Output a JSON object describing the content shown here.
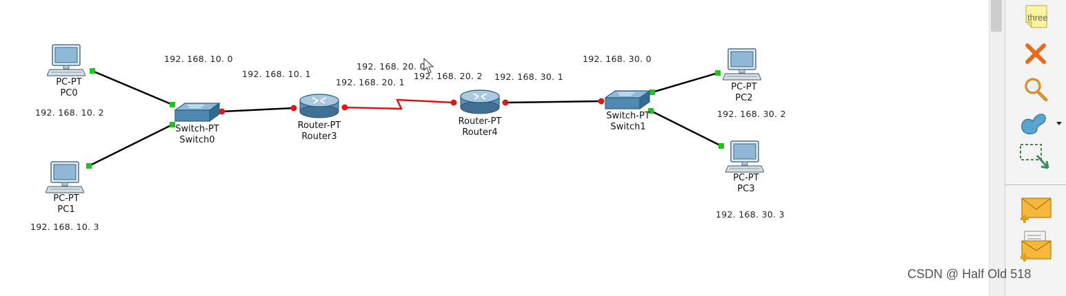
{
  "devices": {
    "pc0": {
      "type": "PC-PT",
      "name": "PC0",
      "ip": "192. 168. 10. 2"
    },
    "pc1": {
      "type": "PC-PT",
      "name": "PC1",
      "ip": "192. 168. 10. 3"
    },
    "pc2": {
      "type": "PC-PT",
      "name": "PC2",
      "ip": "192. 168. 30. 2"
    },
    "pc3": {
      "type": "PC-PT",
      "name": "PC3",
      "ip": "192. 168. 30. 3"
    },
    "switch0": {
      "type": "Switch-PT",
      "name": "Switch0"
    },
    "switch1": {
      "type": "Switch-PT",
      "name": "Switch1"
    },
    "router3": {
      "type": "Router-PT",
      "name": "Router3"
    },
    "router4": {
      "type": "Router-PT",
      "name": "Router4"
    }
  },
  "networks": {
    "net10": "192. 168. 10. 0",
    "net20": "192. 168. 20. 0",
    "net30": "192. 168. 30. 0"
  },
  "interfaces": {
    "router3_lan": "192. 168. 10. 1",
    "router3_wan": "192. 168. 20. 1",
    "router4_wan": "192. 168. 20. 2",
    "router4_lan": "192. 168. 30. 1"
  },
  "toolbar": {
    "note_tool_label": "three",
    "tools": [
      "note-icon",
      "delete-icon",
      "inspect-icon",
      "draw-shape-icon",
      "resize-icon",
      "add-simple-pdu-icon",
      "add-complex-pdu-icon"
    ]
  },
  "colors": {
    "ethernet_link": "#000000",
    "serial_link": "#e01010",
    "link_up": "#18c818",
    "link_down": "#e01818",
    "device_blue": "#5a8fb8"
  },
  "watermark": "CSDN @ Half Old 518"
}
